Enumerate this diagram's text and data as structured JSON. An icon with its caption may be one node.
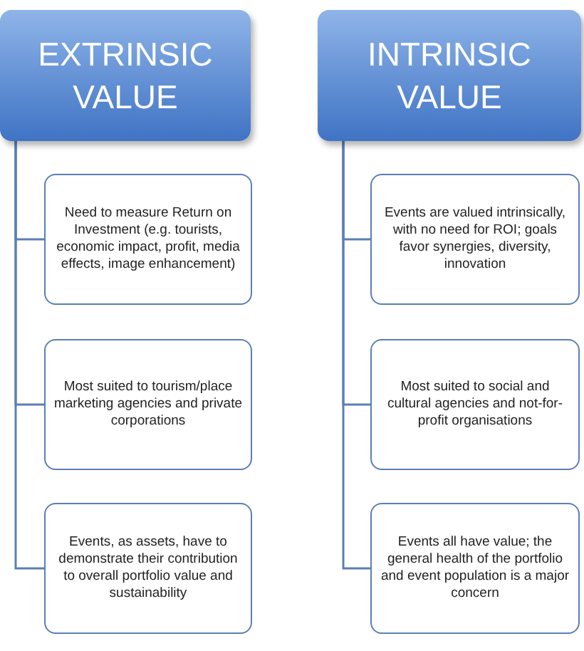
{
  "diagram": {
    "nodes": [
      {
        "text": [
          "EXTRINSIC VALUE"
        ]
      },
      {
        "text": [
          "Need to measure Return on Investment (e.g. tourists, economic impact, profit, media effects, image enhancement)"
        ]
      },
      {
        "text": [
          "Most suited to tourism/place marketing agencies and private corporations"
        ]
      },
      {
        "text": [
          "Events, as assets, have to demonstrate their contribution to overall portfolio value and sustainability"
        ]
      },
      {
        "text": [
          "INTRINSIC VALUE"
        ]
      },
      {
        "text": [
          "Events are valued intrinsically, with no need for ROI; goals favor synergies, diversity, innovation"
        ]
      },
      {
        "text": [
          "Most suited to social and cultural agencies and not-for-profit organisations"
        ]
      },
      {
        "text": [
          "Events all have value; the general health of the portfolio and event population is a major concern"
        ]
      }
    ],
    "edges": [
      {
        "from": 0,
        "to": 1,
        "arrow": "none"
      },
      {
        "from": 0,
        "to": 2,
        "arrow": "none"
      },
      {
        "from": 0,
        "to": 3,
        "arrow": "none"
      },
      {
        "from": 4,
        "to": 5,
        "arrow": "none"
      },
      {
        "from": 4,
        "to": 6,
        "arrow": "none"
      },
      {
        "from": 4,
        "to": 7,
        "arrow": "none"
      }
    ]
  }
}
